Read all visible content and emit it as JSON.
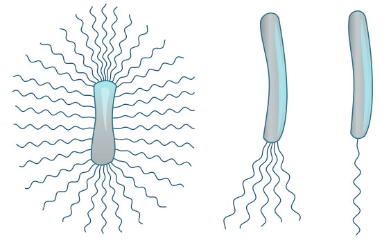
{
  "title": "",
  "colors": {
    "flagellum": "#1f4f6e",
    "cell_outline": "#2f6f80",
    "cell_fill_light": "#a8e8f0",
    "cell_fill_mid": "#b9c3c6",
    "cell_fill_dark": "#8f9a9d",
    "background": "#ffffff"
  },
  "figures": [
    {
      "type": "bacterium",
      "arrangement": "peritrichous",
      "flagella_count": 32
    },
    {
      "type": "bacterium",
      "arrangement": "lophotrichous",
      "flagella_count": 5
    },
    {
      "type": "bacterium",
      "arrangement": "monotrichous",
      "flagella_count": 1
    }
  ]
}
